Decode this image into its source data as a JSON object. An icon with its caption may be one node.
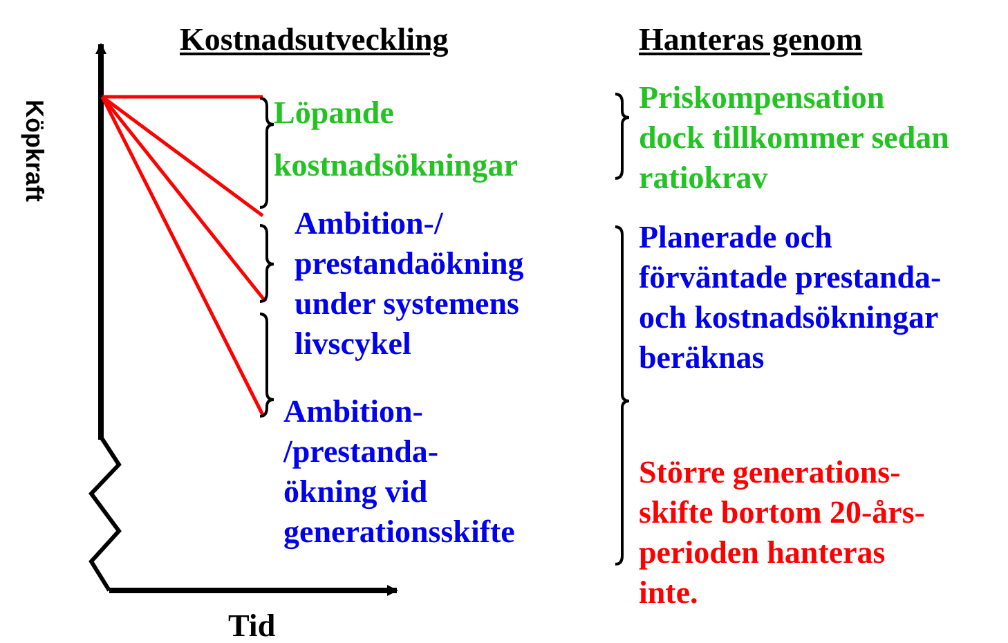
{
  "diagram": {
    "labels": [
      "Kostnadsutveckling",
      "Hanteras genom",
      "Köpkraft",
      "Löpande kostnadsökningar",
      "Priskompensation dock tillkommer sedan ratiokrav",
      "Ambition-/ prestandaökning under systemens livscykel",
      "Planerade och förväntade prestanda- och kostnadsökningar beräknas",
      "Ambition- /prestanda- ökning vid generationsskifte",
      "Större generations- skifte bortom 20-års- perioden hanteras inte.",
      "Tid"
    ]
  }
}
